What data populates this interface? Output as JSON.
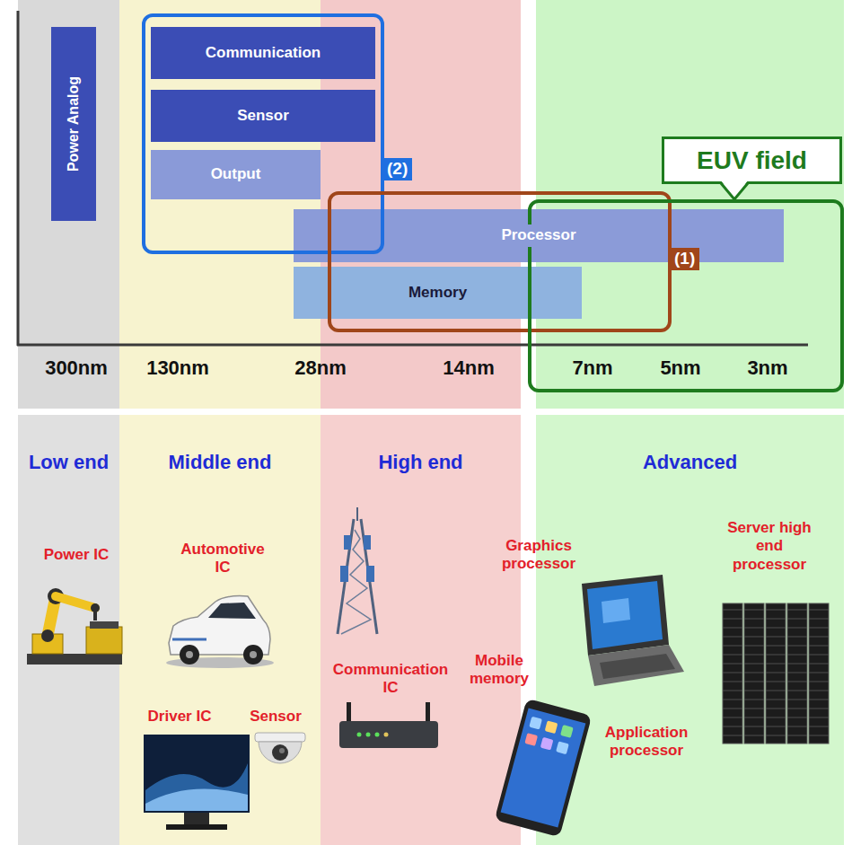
{
  "diagram": {
    "nodes": [
      {
        "text": [
          "Power Analog"
        ]
      },
      {
        "text": [
          "Communication"
        ]
      },
      {
        "text": [
          "Sensor"
        ]
      },
      {
        "text": [
          "Output"
        ]
      },
      {
        "text": [
          "(2)"
        ]
      },
      {
        "text": [
          "Processor"
        ]
      },
      {
        "text": [
          "Memory"
        ]
      },
      {
        "text": [
          "(1)"
        ]
      },
      {
        "text": [
          "EUV field"
        ]
      },
      {
        "text": [
          "Low end"
        ]
      },
      {
        "text": [
          "Middle end"
        ]
      },
      {
        "text": [
          "High end"
        ]
      },
      {
        "text": [
          "Advanced"
        ]
      }
    ],
    "labels": [
      "300nm",
      "130nm",
      "28nm",
      "14nm",
      "7nm",
      "5nm",
      "3nm",
      "Power IC",
      "Automotive IC",
      "Driver IC",
      "Sensor",
      "Communication IC",
      "Mobile memory",
      "Graphics processor",
      "Server high end processor",
      "Application processor"
    ]
  }
}
